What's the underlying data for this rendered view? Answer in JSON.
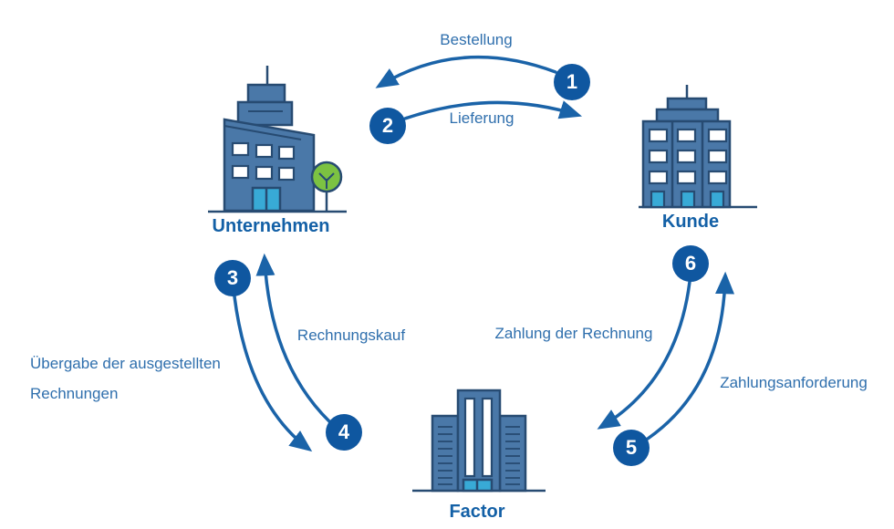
{
  "diagram": {
    "type": "factoring-cycle-flow-diagram",
    "entities": [
      {
        "id": "unternehmen",
        "label": "Unternehmen"
      },
      {
        "id": "kunde",
        "label": "Kunde"
      },
      {
        "id": "factor",
        "label": "Factor"
      }
    ],
    "steps": [
      {
        "number": "1",
        "label": "Bestellung",
        "from": "Kunde",
        "to": "Unternehmen"
      },
      {
        "number": "2",
        "label": "Lieferung",
        "from": "Unternehmen",
        "to": "Kunde"
      },
      {
        "number": "3",
        "label": "Übergabe der ausgestellten Rechnungen",
        "lines": [
          "Übergabe der ausgestellten",
          "Rechnungen"
        ],
        "from": "Unternehmen",
        "to": "Factor"
      },
      {
        "number": "4",
        "label": "Rechnungskauf",
        "from": "Factor",
        "to": "Unternehmen"
      },
      {
        "number": "5",
        "label": "Zahlungsanforderung",
        "from": "Factor",
        "to": "Kunde"
      },
      {
        "number": "6",
        "label": "Zahlung der Rechnung",
        "from": "Kunde",
        "to": "Factor"
      }
    ],
    "colors": {
      "arrow_and_badge_blue": "#0f57a0",
      "label_text_blue": "#2f6fad",
      "entity_label_blue": "#1360a6",
      "building_fill": "#4a78a8",
      "building_outline": "#274b72",
      "window_white": "#ffffff",
      "door_cyan": "#38aad6",
      "tree_green": "#7cc242"
    }
  }
}
